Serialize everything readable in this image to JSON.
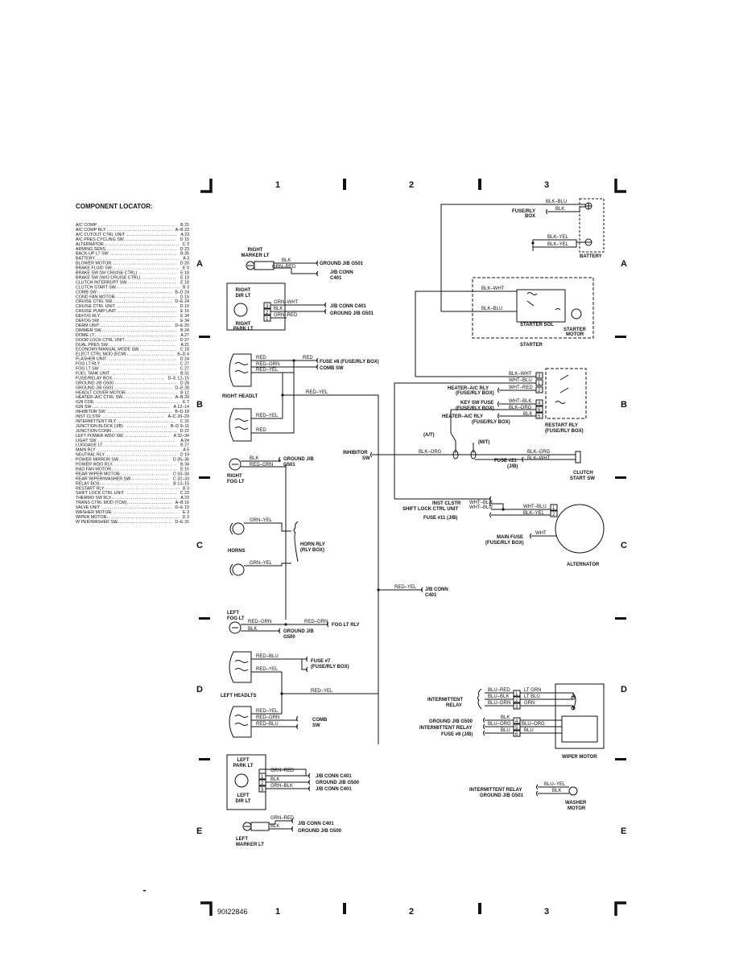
{
  "grid": {
    "top_numbers": [
      "1",
      "2",
      "3"
    ],
    "bottom_numbers": [
      "1",
      "2",
      "3"
    ],
    "zones": [
      "A",
      "B",
      "C",
      "D",
      "E"
    ],
    "diagram_code": "90I22846"
  },
  "locator": {
    "title": "COMPONENT LOCATOR:",
    "items": [
      {
        "name": "A/C COMP",
        "ref": "B 21"
      },
      {
        "name": "A/C COMP RLY",
        "ref": "A–B 23"
      },
      {
        "name": "A/C CUTOUT CTRL UNIT",
        "ref": "A 23"
      },
      {
        "name": "A/C PRES CYCLING SW",
        "ref": "D 15"
      },
      {
        "name": "ALTERNATOR",
        "ref": "C 3"
      },
      {
        "name": "ARMING SENS",
        "ref": "D 23"
      },
      {
        "name": "BACK-UP LT SW",
        "ref": "B 35"
      },
      {
        "name": "BATTERY",
        "ref": "A 3"
      },
      {
        "name": "BLOWER MOTOR",
        "ref": "D 20"
      },
      {
        "name": "BRAKE FLUID SW",
        "ref": "E 9"
      },
      {
        "name": "BRAKE SW (W/ CRUISE CTRL)",
        "ref": "E 18"
      },
      {
        "name": "BRAKE SW (W/O CRUISE CTRL)",
        "ref": "E 19"
      },
      {
        "name": "CLUTCH INTERRUPT SW",
        "ref": "E 18"
      },
      {
        "name": "CLUTCH START SW",
        "ref": "B 3"
      },
      {
        "name": "COMB SW",
        "ref": "B–D 24"
      },
      {
        "name": "COND FAN MOTOR",
        "ref": "D 15"
      },
      {
        "name": "CRUISE CTRL SW",
        "ref": "D–E 24"
      },
      {
        "name": "CRUISE CTRL UNIT",
        "ref": "D 16"
      },
      {
        "name": "CRUISE PUMP UNIT",
        "ref": "E 16"
      },
      {
        "name": "DEFOG RLY",
        "ref": "E 34"
      },
      {
        "name": "DEFOG SW",
        "ref": "E 34"
      },
      {
        "name": "DERM UNIT",
        "ref": "D–E 20"
      },
      {
        "name": "DIMMER SW",
        "ref": "B 24"
      },
      {
        "name": "DOME LT",
        "ref": "A 27"
      },
      {
        "name": "DOOR LOCK CTRL UNIT",
        "ref": "D 27"
      },
      {
        "name": "DUAL PRES SW",
        "ref": "A 21"
      },
      {
        "name": "ECONOMY/MANUAL MODE SW",
        "ref": "C 18"
      },
      {
        "name": "ELECT CTRL MOD (ECM)",
        "ref": "B–D 4"
      },
      {
        "name": "FLASHER UNIT",
        "ref": "D 24"
      },
      {
        "name": "FOG LT RLY",
        "ref": "C 27"
      },
      {
        "name": "FOG LT SW",
        "ref": "C 27"
      },
      {
        "name": "FUEL TANK UNIT",
        "ref": "B 31"
      },
      {
        "name": "FUSE/RELAY BOX",
        "ref": "D–E 12–15"
      },
      {
        "name": "GROUND J/B G500",
        "ref": "D 28"
      },
      {
        "name": "GROUND J/B G501",
        "ref": "D–E 28"
      },
      {
        "name": "HEADLT COVER MOTOR",
        "ref": "B 12"
      },
      {
        "name": "HEATER–A/C CTRL SW",
        "ref": "A–B 20"
      },
      {
        "name": "IGN COIL",
        "ref": "E 7"
      },
      {
        "name": "IGN SW",
        "ref": "A 12–14"
      },
      {
        "name": "INHIBITOR SW",
        "ref": "B–D 18"
      },
      {
        "name": "INST CLSTR",
        "ref": "A–C 26–29"
      },
      {
        "name": "INTERMITTENT RLY",
        "ref": "C 31"
      },
      {
        "name": "JUNCTION BLOCK (J/B)",
        "ref": "B–D 9–11"
      },
      {
        "name": "JUNCTION CONN",
        "ref": "D 22"
      },
      {
        "name": "LEFT POWER WDO SW",
        "ref": "A 32–34"
      },
      {
        "name": "LIGHT SW",
        "ref": "A 24"
      },
      {
        "name": "LUGGAGE LT",
        "ref": "B 27"
      },
      {
        "name": "MAIN RLY",
        "ref": "A 5"
      },
      {
        "name": "NEUTRAL RLY",
        "ref": "D 19"
      },
      {
        "name": "POWER MIRROR SW",
        "ref": "D 35–36"
      },
      {
        "name": "POWER WDO RLY",
        "ref": "B 34"
      },
      {
        "name": "RAD FAN MOTOR",
        "ref": "E 15"
      },
      {
        "name": "REAR WIPER MOTOR",
        "ref": "D 33–34"
      },
      {
        "name": "REAR WIPER/WASHER SW",
        "ref": "C 32–33"
      },
      {
        "name": "RELAY BOX",
        "ref": "B 13–15"
      },
      {
        "name": "RESTART RLY",
        "ref": "B 3"
      },
      {
        "name": "SHIFT LOCK CTRL UNIT",
        "ref": "C 23"
      },
      {
        "name": "THERMO SW RLY",
        "ref": "A 23"
      },
      {
        "name": "TRANS CTRL MOD (TCM)",
        "ref": "A–B 16"
      },
      {
        "name": "VALVE UNIT",
        "ref": "D–E 19"
      },
      {
        "name": "WASHER MOTOR",
        "ref": "E 3"
      },
      {
        "name": "WIPER MOTOR",
        "ref": "D 3"
      },
      {
        "name": "W PER/WASHER SW",
        "ref": "D–E 31"
      }
    ]
  },
  "left": {
    "right_marker_lt": {
      "title1": "RIGHT",
      "title2": "MARKER LT",
      "w1": "BLK",
      "w2": "GRN–RED",
      "ground": "GROUND J/B G501",
      "jb1": "J/B CONN",
      "jb2": "C401"
    },
    "right_dir_lt": {
      "title1": "RIGHT",
      "title2": "DIR LT",
      "title3": "RIGHT",
      "title4": "PARK LT",
      "w1": "GRN–WHT",
      "w2": "BLK",
      "w3": "GRN–RED",
      "p1": "3",
      "p2": "2",
      "p3": "1",
      "t1": "J/B CONN C401",
      "t2": "GROUND J/B G501"
    },
    "right_headlt": {
      "title": "RIGHT HEADLT",
      "w_red": "RED",
      "w_red_grn": "RED–GRN",
      "w_red_yel": "RED–YEL",
      "w_red2": "RED",
      "w_red3": "RED",
      "w_red_yel2": "RED–YEL",
      "fuse": "FUSE #8 (FUSE/RLY BOX)",
      "comb": "COMB SW"
    },
    "right_fog_lt": {
      "title1": "RIGHT",
      "title2": "FOG LT",
      "w1": "BLK",
      "w2": "RED–GRN",
      "ground1": "GROUND J/B",
      "ground2": "G501"
    },
    "horns": {
      "title": "HORNS",
      "w1": "GRN–YEL",
      "w2": "GRN–YEL",
      "rly1": "HORN RLY",
      "rly2": "(RLY BOX)"
    },
    "jb_conn_c401": {
      "wire": "RED–YEL",
      "l1": "J/B CONN",
      "l2": "C401"
    },
    "left_fog_lt": {
      "title1": "LEFT",
      "title2": "FOG LT",
      "w1": "RED–GRN",
      "w2": "BLK",
      "w3": "RED–GRN",
      "rly": "FOG LT RLY",
      "ground1": "GROUND J/B",
      "ground2": "G500"
    },
    "left_headlts": {
      "title": "LEFT HEADLTS",
      "w1": "RED–BLU",
      "w2": "RED–YEL",
      "w3": "RED–YEL",
      "w4": "RED–YEL",
      "w5": "RED–GRN",
      "w6": "RED–BLU",
      "fuse1": "FUSE #7",
      "fuse2": "(FUSE/RLY BOX)",
      "comb1": "COMB",
      "comb2": "SW"
    },
    "left_park_lt": {
      "title1": "LEFT",
      "title2": "PARK LT",
      "title3": "LEFT",
      "title4": "DIR LT",
      "w1": "GRN–RED",
      "w2": "BLK",
      "w3": "GRN–BLK",
      "p1": "1",
      "p2": "2",
      "p3": "3",
      "t1": "J/B CONN C401",
      "t2": "GROUND J/B G500",
      "t3": "J/B CONN C401"
    },
    "left_marker_lt": {
      "title1": "LEFT",
      "title2": "MARKER LT",
      "w1": "GRN–RED",
      "w2": "BLK",
      "t1": "J/B CONN C401",
      "t2": "GROUND J/B G500"
    }
  },
  "right": {
    "battery": {
      "title": "BATTERY",
      "w1": "BLK–BLU",
      "w2": "BLK",
      "w3": "BLK–YEL",
      "w4": "BLK–YEL",
      "fuse1": "FUSE/RLY",
      "fuse2": "BOX"
    },
    "starter": {
      "title": "STARTER",
      "sol": "STARTER SOL",
      "motor1": "STARTER",
      "motor2": "MOTOR",
      "w1": "BLK–WHT",
      "w2": "BLK–BLU"
    },
    "restart_rly": {
      "title1": "RESTART RLY",
      "title2": "(FUSE/RLY BOX)",
      "w1": "BLK–WHT",
      "w2": "WHT–BLU",
      "w3": "WHT–RED",
      "w4": "WHT–BLK",
      "w5": "BLK–ORG",
      "w6": "BLK",
      "p1": "3",
      "p2": "1",
      "p3": "2",
      "p4": "4",
      "p5": "6",
      "p6": "5",
      "heater1": "HEATER–A/C RLY",
      "heater2": "(FUSE/RLY BOX)",
      "key1": "KEY SW FUSE",
      "key2": "(FUSE/RLY BOX)",
      "hrly1": "HEATER–A/C RLY",
      "hrly2": "(FUSE/RLY BOX)"
    },
    "inhibitor": {
      "title1": "INHIBITOR",
      "title2": "SW",
      "at": "(A/T)",
      "mt": "(M/T)",
      "w1": "BLK–ORG",
      "w2": "BLK–ORG",
      "w3": "BLK–WHT",
      "fuse1": "FUSE #21",
      "fuse2": "(J/B)",
      "clutch1": "CLUTCH",
      "clutch2": "START SW"
    },
    "alternator": {
      "title": "ALTERNATOR",
      "inst": "INST CLSTR",
      "shift": "SHIFT LOCK CTRL UNIT",
      "fuse11": "FUSE #11 (J/B)",
      "main1": "MAIN FUSE",
      "main2": "(FUSE/RLY BOX)",
      "w1": "WHT–BLU",
      "w2": "WHT–BLU",
      "w3": "WHT–BLU",
      "w4": "BLK–YEL",
      "w5": "WHT",
      "p1": "1",
      "p2": "2"
    },
    "wiper": {
      "title": "WIPER MOTOR",
      "int1": "INTERMITTENT",
      "int2": "RELAY",
      "g": "GROUND J/B G500",
      "ir": "INTERMITTENT RELAY",
      "fuse": "FUSE #8 (J/B)",
      "w1": "BLU–RED",
      "w2": "BLU–BLK",
      "w3": "BLU–GRN",
      "w4": "BLK",
      "w5": "BLU–ORG",
      "w6": "BLU",
      "m1": "LT GRN",
      "m2": "LT BLU",
      "m3": "GRN",
      "m4": "BLU–ORG",
      "m5": "BLU",
      "p1": "1",
      "p2": "2",
      "p3": "3",
      "p4": "4",
      "p5": "5",
      "p6": "6"
    },
    "washer": {
      "title1": "WASHER",
      "title2": "MOTOR",
      "t1": "INTERMITTENT RELAY",
      "t2": "GROUND J/B G501",
      "w1": "BLU–YEL",
      "w2": "BLK"
    }
  }
}
